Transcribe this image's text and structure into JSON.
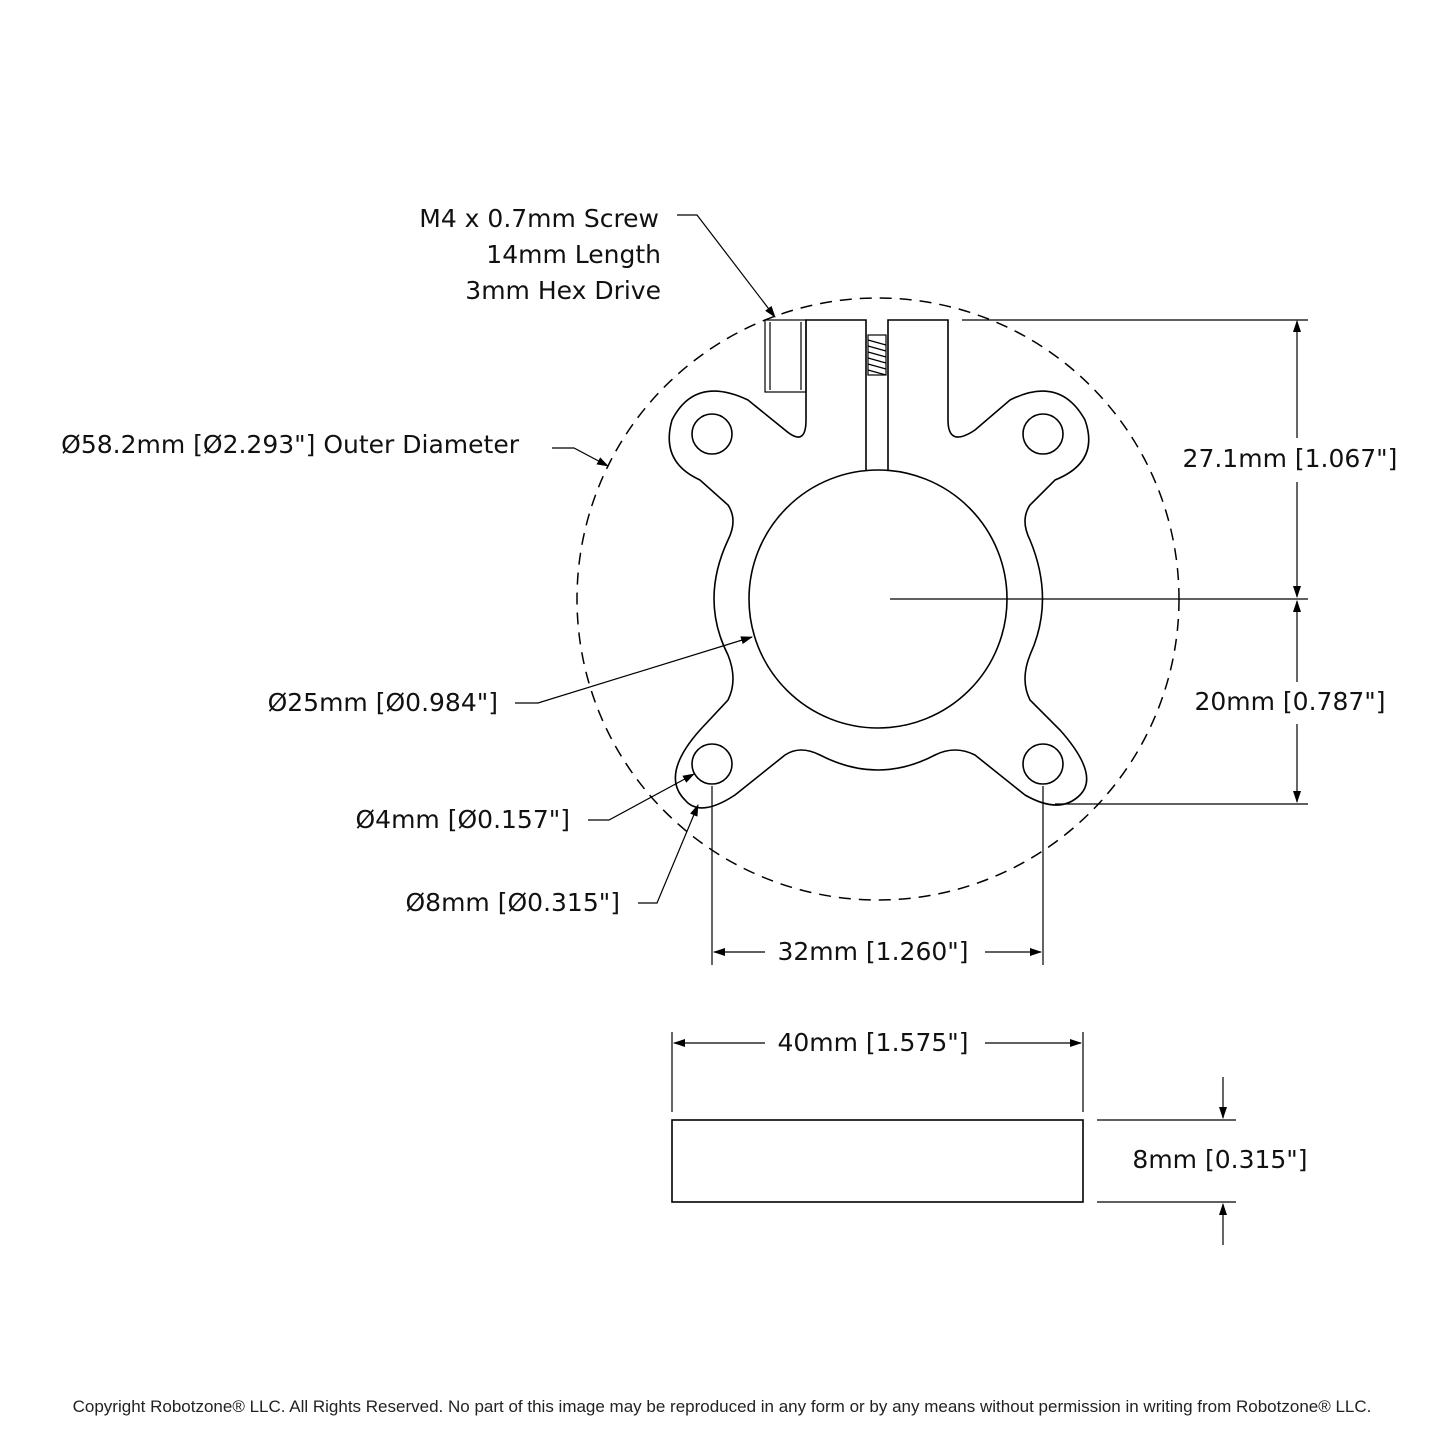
{
  "labels": {
    "screw_line1": "M4 x 0.7mm Screw",
    "screw_line2": "14mm Length",
    "screw_line3": "3mm Hex Drive",
    "outer_diameter": "Ø58.2mm [Ø2.293\"] Outer Diameter",
    "bore": "Ø25mm [Ø0.984\"]",
    "hole": "Ø4mm [Ø0.157\"]",
    "ear": "Ø8mm [Ø0.315\"]",
    "dim_top": "27.1mm [1.067\"]",
    "dim_bottom": "20mm [0.787\"]",
    "dim_hole_spacing": "32mm [1.260\"]",
    "dim_width": "40mm [1.575\"]",
    "dim_thickness": "8mm [0.315\"]"
  },
  "footer": {
    "copyright": "Copyright Robotzone® LLC.  All Rights Reserved. No part of this image may be reproduced in any form or by any means without permission in writing from Robotzone® LLC."
  }
}
